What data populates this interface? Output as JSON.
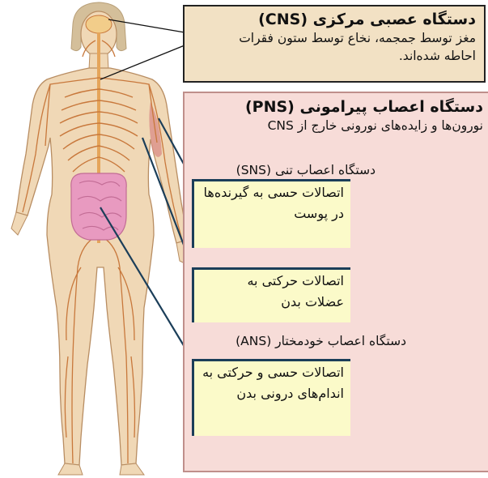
{
  "cns": {
    "title": "دستگاه عصبی مرکزی (CNS)",
    "description_line1": "مغز توسط جمجمه، نخاع توسط ستون فقرات",
    "description_line2": "احاطه شده‌اند."
  },
  "pns": {
    "title": "دستگاه اعصاب پیرامونی (PNS)",
    "description": "نورون‌ها و زایده‌های نورونی خارج از CNS"
  },
  "sns": {
    "title": "دستگاه اعصاب تنی (SNS)",
    "skin_line1": "اتصالات حسی به گیرنده‌ها",
    "skin_line2": "در پوست",
    "muscle_line1": "اتصالات حرکتی به",
    "muscle_line2": "عضلات بدن"
  },
  "ans": {
    "title": "دستگاه اعصاب خودمختار (ANS)",
    "organ_line1": "اتصالات حسی و حرکتی به",
    "organ_line2": "اندام‌های درونی بدن"
  },
  "colors": {
    "skin": "#f0d8b6",
    "skin_outline": "#b88d62",
    "nerve": "#c8783c",
    "spine": "#e5a55a",
    "intestine": "#e89ac0",
    "cns_box": "#f2e1c4",
    "pns_panel": "#f7dcd8",
    "yellow_box": "#fbfac9",
    "connector": "#1b3e59",
    "muscle": "#c47a7a"
  }
}
